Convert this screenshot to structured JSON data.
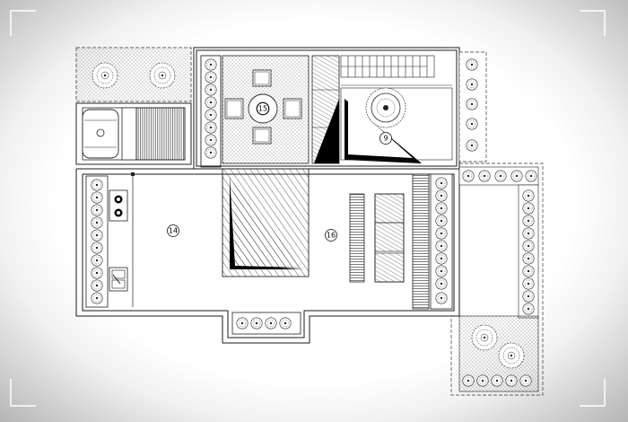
{
  "labels": {
    "room_14": "14",
    "room_15": "15",
    "room_16": "16",
    "room_9": "9"
  },
  "colors": {
    "line": "#1a1a1a",
    "hatch": "#333333",
    "fill": "#000000"
  }
}
